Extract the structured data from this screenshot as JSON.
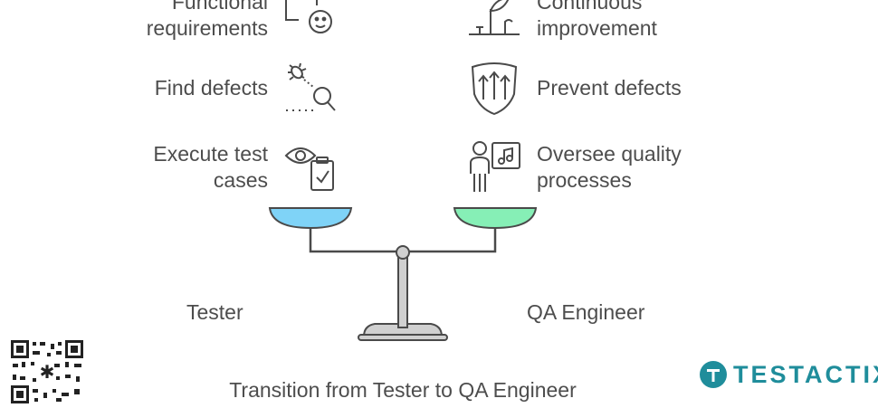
{
  "left_items": [
    {
      "label_lines": [
        "Functional",
        "requirements"
      ],
      "icon": "puzzle-face-icon"
    },
    {
      "label_lines": [
        "Find defects"
      ],
      "icon": "bug-magnifier-icon"
    },
    {
      "label_lines": [
        "Execute test",
        "cases"
      ],
      "icon": "eye-clipboard-icon"
    }
  ],
  "right_items": [
    {
      "label_lines": [
        "Continuous",
        "improvement"
      ],
      "icon": "plant-growth-icon"
    },
    {
      "label_lines": [
        "Prevent defects"
      ],
      "icon": "shield-arrows-icon"
    },
    {
      "label_lines": [
        "Oversee quality",
        "processes"
      ],
      "icon": "person-board-icon"
    }
  ],
  "scale": {
    "left_name": "Tester",
    "right_name": "QA Engineer",
    "left_pan_color": "#7fd3f7",
    "right_pan_color": "#86efb6",
    "stroke_color": "#4a4a4a",
    "stand_color": "#d0d0d0"
  },
  "footer": {
    "title": "Transition from Tester to QA Engineer"
  },
  "brand": {
    "name": "TESTACTIX",
    "icon": "t-logo-icon",
    "color": "#1f8d9b"
  }
}
